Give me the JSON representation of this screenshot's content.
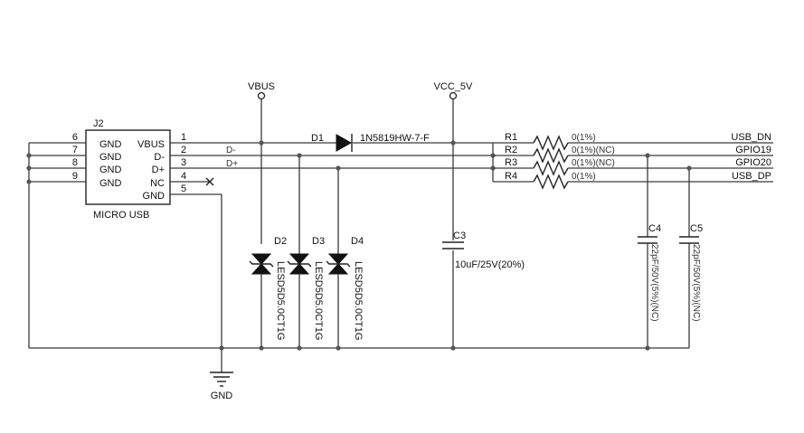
{
  "connector": {
    "ref": "J2",
    "name": "MICRO USB",
    "pins": [
      {
        "num": "6",
        "name": "GND"
      },
      {
        "num": "7",
        "name": "GND"
      },
      {
        "num": "8",
        "name": "GND"
      },
      {
        "num": "9",
        "name": "GND"
      },
      {
        "num": "1",
        "name": "VBUS"
      },
      {
        "num": "2",
        "name": "D-"
      },
      {
        "num": "3",
        "name": "D+"
      },
      {
        "num": "4",
        "name": "NC"
      },
      {
        "num": "5",
        "name": "GND"
      }
    ]
  },
  "nets": {
    "vbus": "VBUS",
    "vcc": "VCC_5V",
    "gnd": "GND",
    "dminus": "D-",
    "dplus": "D+",
    "usb_dn": "USB_DN",
    "gpio19": "GPIO19",
    "gpio20": "GPIO20",
    "usb_dp": "USB_DP"
  },
  "components": {
    "d1": {
      "ref": "D1",
      "value": "1N5819HW-7-F"
    },
    "d2": {
      "ref": "D2",
      "value": "LESD5D5.0CT1G"
    },
    "d3": {
      "ref": "D3",
      "value": "LESD5D5.0CT1G"
    },
    "d4": {
      "ref": "D4",
      "value": "LESD5D5.0CT1G"
    },
    "c3": {
      "ref": "C3",
      "value": "10uF/25V(20%)"
    },
    "c4": {
      "ref": "C4",
      "value": "22pF/50V(5%)(NC)"
    },
    "c5": {
      "ref": "C5",
      "value": "22pF/50V(5%)(NC)"
    },
    "r1": {
      "ref": "R1",
      "value": "0(1%)"
    },
    "r2": {
      "ref": "R2",
      "value": "0(1%)(NC)"
    },
    "r3": {
      "ref": "R3",
      "value": "0(1%)(NC)"
    },
    "r4": {
      "ref": "R4",
      "value": "0(1%)"
    }
  }
}
